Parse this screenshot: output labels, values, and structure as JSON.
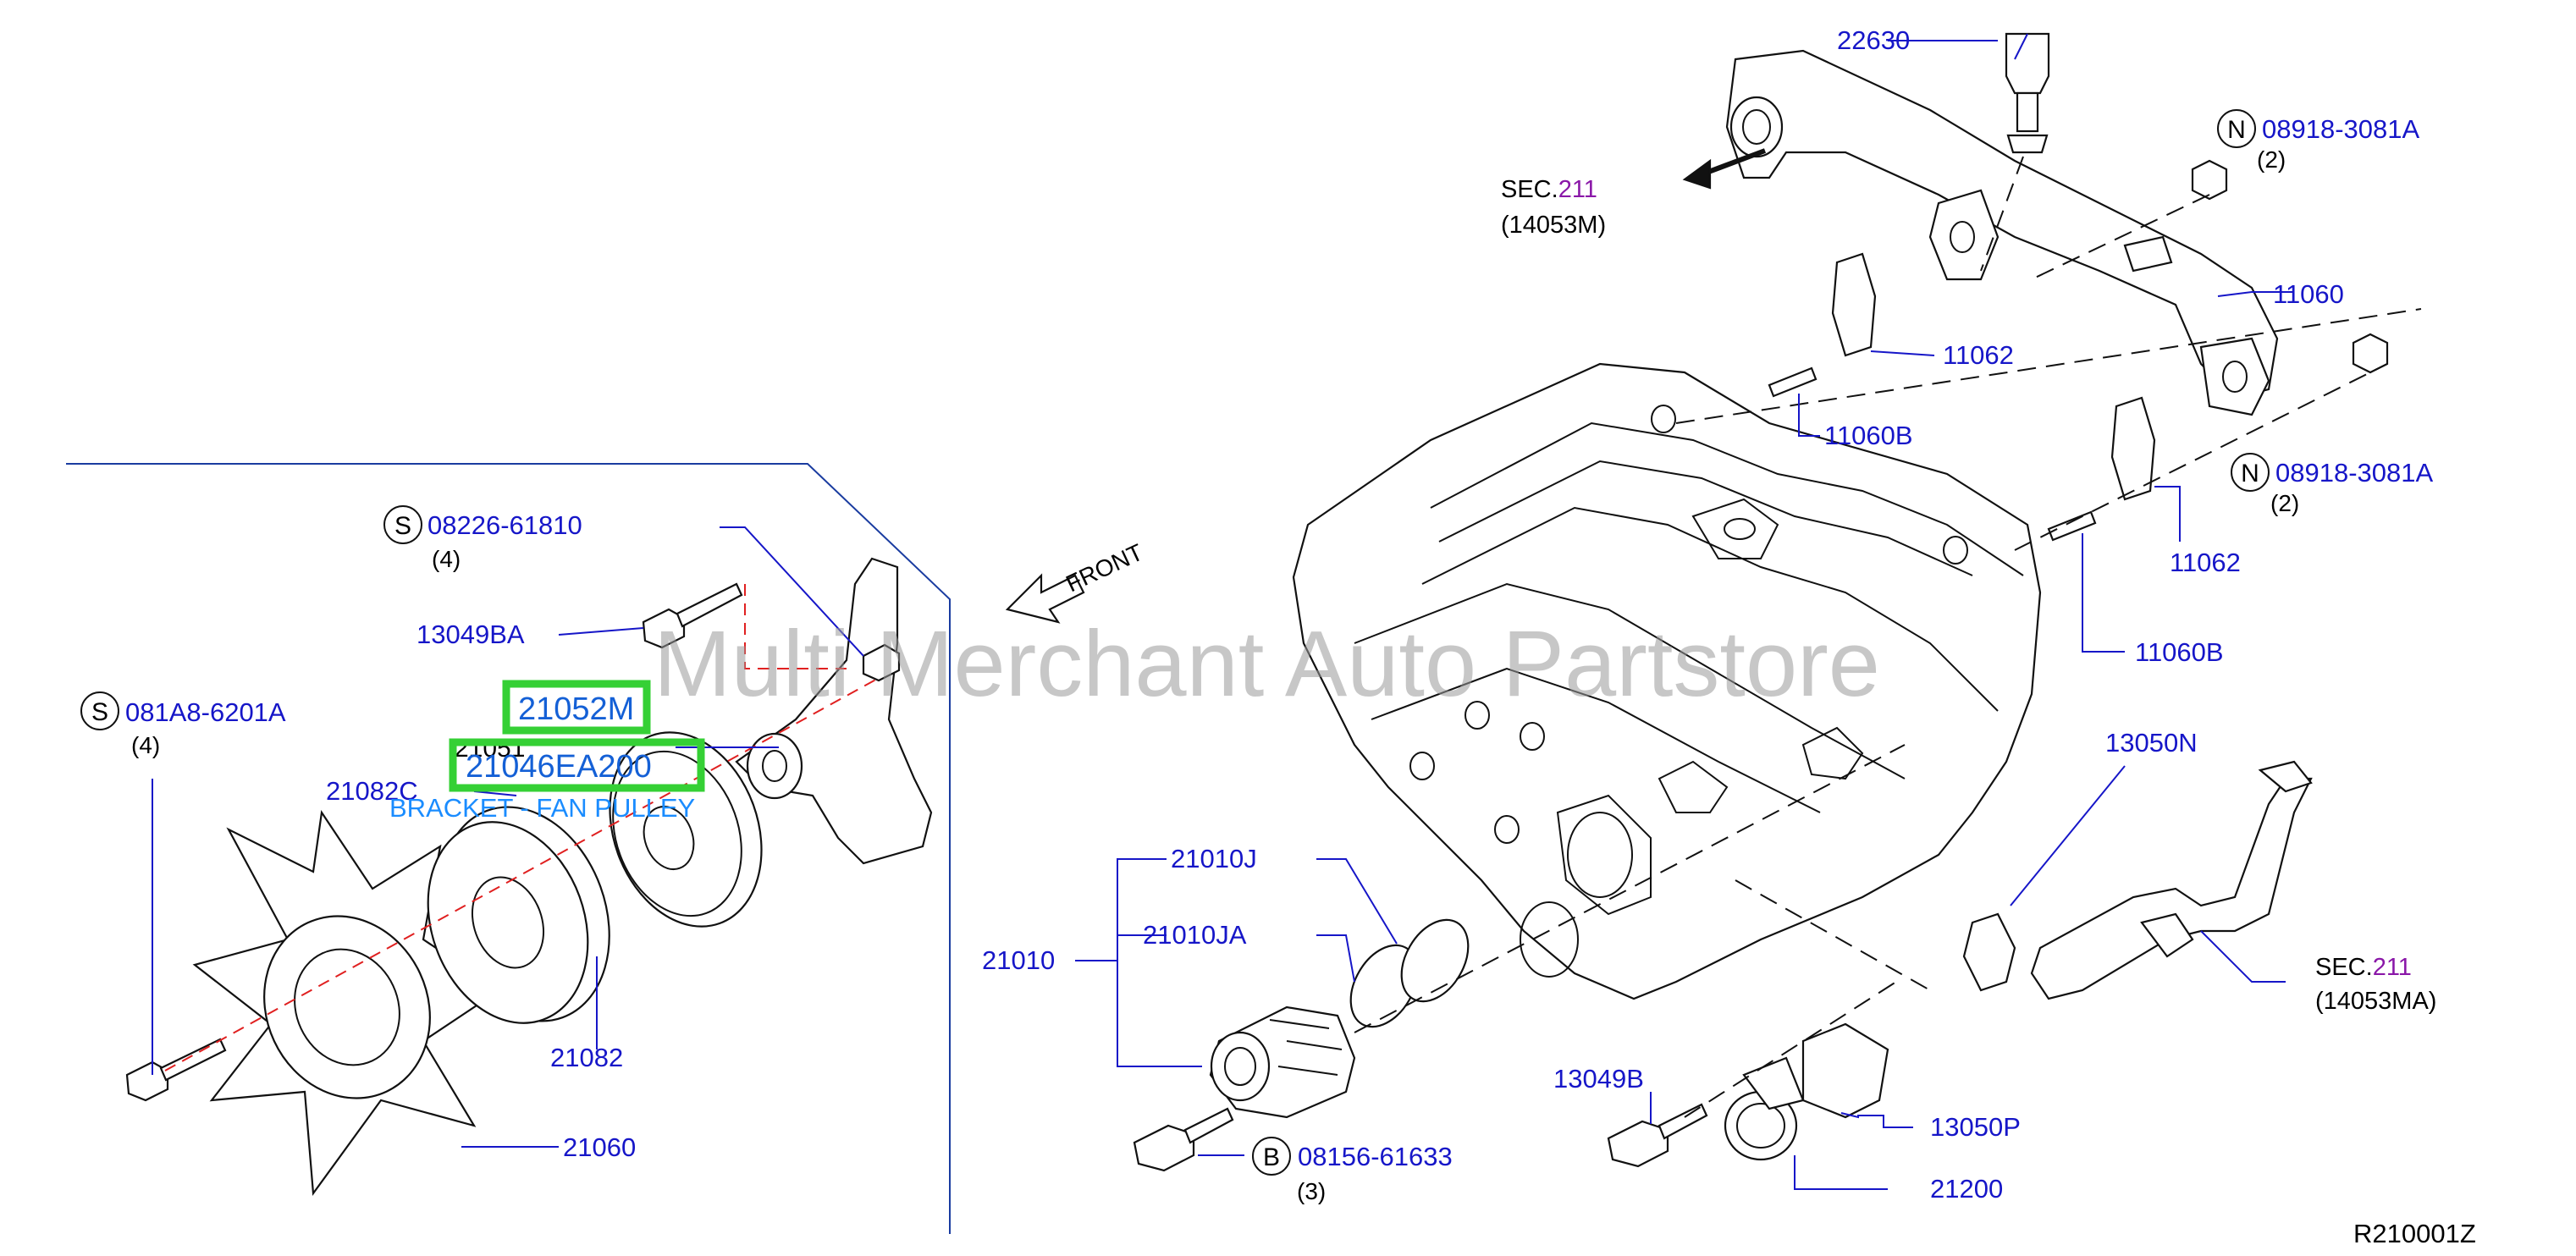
{
  "parts": {
    "p22630": "22630",
    "p08918_top": "08918-3081A",
    "p08918_top_qty": "(2)",
    "p11060": "11060",
    "p11062_a": "11062",
    "p11060B_a": "11060B",
    "p08918_mid": "08918-3081A",
    "p08918_mid_qty": "(2)",
    "p11062_b": "11062",
    "p11060B_b": "11060B",
    "p13050N": "13050N",
    "p21010J": "21010J",
    "p21010JA": "21010JA",
    "p21010": "21010",
    "p13049B": "13049B",
    "p13050P": "13050P",
    "p08156": "08156-61633",
    "p08156_qty": "(3)",
    "p21200": "21200",
    "p08226": "08226-61810",
    "p08226_qty": "(4)",
    "p13049BA": "13049BA",
    "p21052M": "21052M",
    "p21051": "21051",
    "p21046EA200": "21046EA200",
    "p21082C": "21082C",
    "p081A8": "081A8-6201A",
    "p081A8_qty": "(4)",
    "p21082": "21082",
    "p21060": "21060"
  },
  "circle_letters": {
    "N1": "N",
    "N2": "N",
    "S1": "S",
    "S2": "S",
    "B1": "B"
  },
  "sections": {
    "sec_top_prefix": "SEC.",
    "sec_top_num": "211",
    "sec_top_ref": "(14053M)",
    "sec_right_prefix": "SEC.",
    "sec_right_num": "211",
    "sec_right_ref": "(14053MA)"
  },
  "labels": {
    "front": "FRONT",
    "description": "BRACKET - FAN PULLEY",
    "watermark": "Multi Merchant Auto Partstore",
    "diagram_ref": "R210001Z"
  },
  "colors": {
    "part_number": "#1616c8",
    "section_number": "#8a17a8",
    "highlight_box": "#35d035",
    "highlight_text": "#1460d6",
    "description": "#1a8cff",
    "center_line": "#e02020"
  }
}
